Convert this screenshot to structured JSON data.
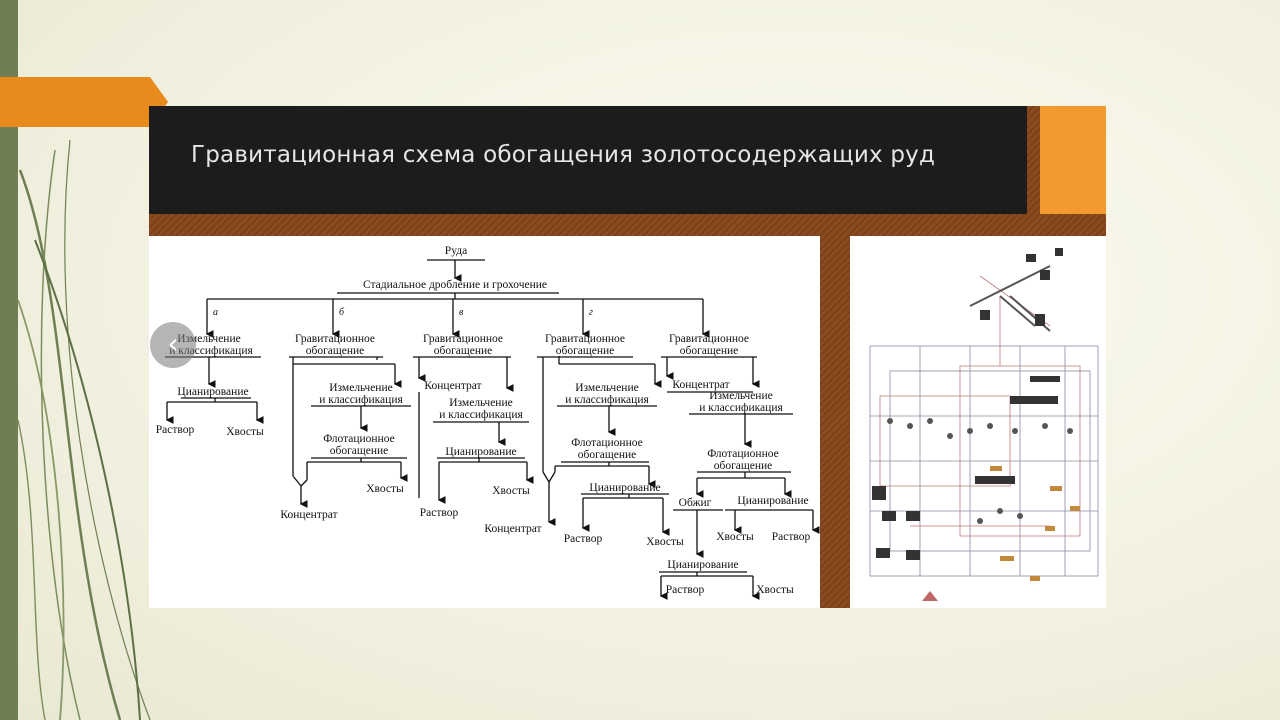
{
  "slide": {
    "title": "Гравитационная схема обогащения золотосодержащих руд"
  },
  "navigation": {
    "prev_icon": "chevron-left-icon",
    "prev_glyph": "‹"
  },
  "scheme": {
    "root": "Руда",
    "crushing": "Стадиальное дробление и грохочение",
    "branch_labels": [
      "а",
      "б",
      "в",
      "г"
    ],
    "a": {
      "top_line1": "Измельчение",
      "top_line2": "и классификация",
      "cyan": "Цианирование",
      "out1": "Раствор",
      "out2": "Хвосты"
    },
    "b": {
      "top_line1": "Гравитационное",
      "top_line2": "обогащение",
      "grind1": "Измельчение",
      "grind2": "и классификация",
      "flot1": "Флотационное",
      "flot2": "обогащение",
      "tails": "Хвосты",
      "conc": "Концентрат"
    },
    "c": {
      "top_line1": "Гравитационное",
      "top_line2": "обогащение",
      "conc": "Концентрат",
      "grind1": "Измельчение",
      "grind2": "и классификация",
      "cyan": "Цианирование",
      "sol": "Раствор",
      "tails": "Хвосты"
    },
    "d": {
      "top_line1": "Гравитационное",
      "top_line2": "обогащение",
      "grind1": "Измельчение",
      "grind2": "и классификация",
      "flot1": "Флотационное",
      "flot2": "обогащение",
      "cyan": "Цианирование",
      "conc": "Концентрат",
      "sol": "Раствор",
      "tails": "Хвосты"
    },
    "e": {
      "top_line1": "Гравитационное",
      "top_line2": "обогащение",
      "conc": "Концентрат",
      "grind1": "Измельчение",
      "grind2": "и классификация",
      "flot1": "Флотационное",
      "flot2": "обогащение",
      "roast": "Обжиг",
      "cyan1": "Цианирование",
      "tails1": "Хвосты",
      "sol1": "Раствор",
      "cyan2": "Цианирование",
      "sol2": "Раствор",
      "tails2": "Хвосты"
    }
  },
  "colors": {
    "sidebar": "#6f7f53",
    "accent_orange": "#f29a2e",
    "title_bar": "#1c1c1c",
    "frame_brown": "#8c4a1f"
  }
}
